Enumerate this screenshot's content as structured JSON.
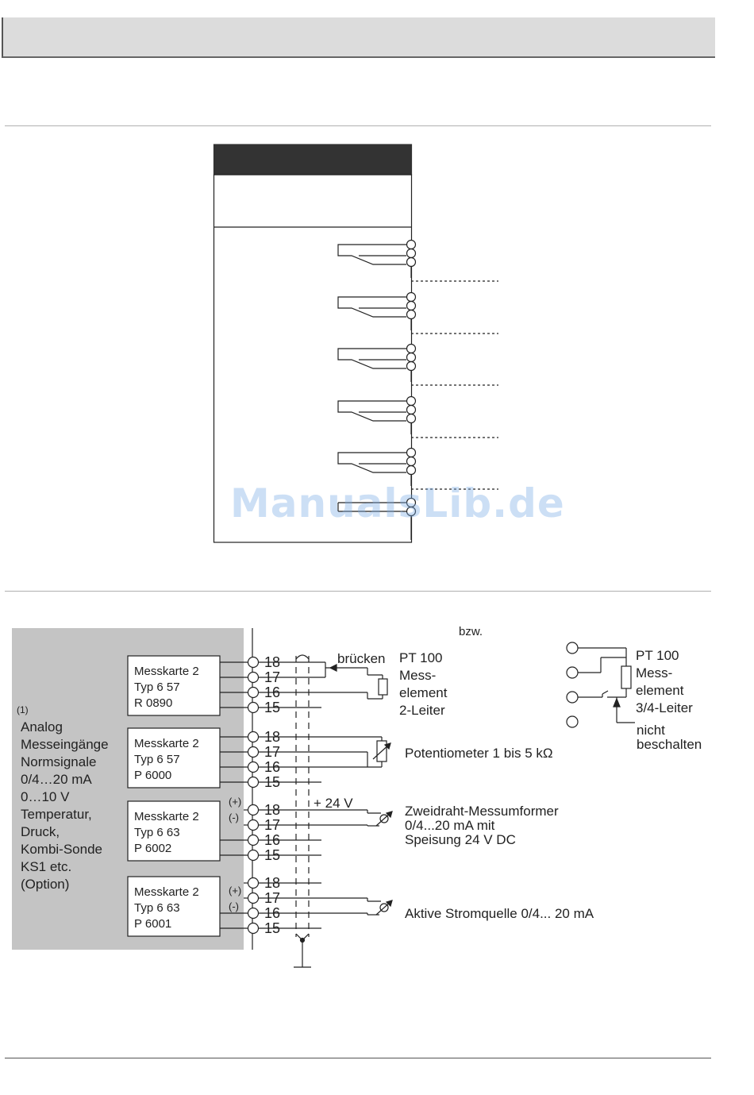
{
  "watermark": "ManualsLib.de",
  "bzw": "bzw.",
  "side_panel": {
    "footnote": "(1)",
    "lines": [
      "Analog",
      "Messeingänge",
      "Normsignale",
      "0/4…20 mA",
      "0…10 V",
      "Temperatur,",
      "Druck,",
      "Kombi-Sonde",
      "KS1 etc.",
      "(Option)"
    ]
  },
  "cards": [
    {
      "name": "Messkarte 2",
      "type": "Typ 6 57",
      "code": "R 0890"
    },
    {
      "name": "Messkarte 2",
      "type": "Typ 6 57",
      "code": "P 6000"
    },
    {
      "name": "Messkarte 2",
      "type": "Typ 6 63",
      "code": "P 6002"
    },
    {
      "name": "Messkarte 2",
      "type": "Typ 6 63",
      "code": "P 6001"
    }
  ],
  "terminal_numbers": [
    "18",
    "17",
    "16",
    "15"
  ],
  "polarity": {
    "plus": "(+)",
    "minus": "(-)"
  },
  "bridge_label": "brücken",
  "plus24_label": "+ 24 V",
  "pt100_2": [
    "PT 100",
    "Mess-",
    "element",
    "2-Leiter"
  ],
  "pt100_34": [
    "PT 100",
    "Mess-",
    "element",
    "3/4-Leiter"
  ],
  "nicht_beschalten": [
    "nicht",
    "beschalten"
  ],
  "potentiometer": "Potentiometer 1 bis 5 kΩ",
  "zweidraht": [
    "Zweidraht-Messumformer",
    "0/4...20 mA mit",
    "Speisung 24 V DC"
  ],
  "aktive": "Aktive Stromquelle 0/4... 20 mA"
}
